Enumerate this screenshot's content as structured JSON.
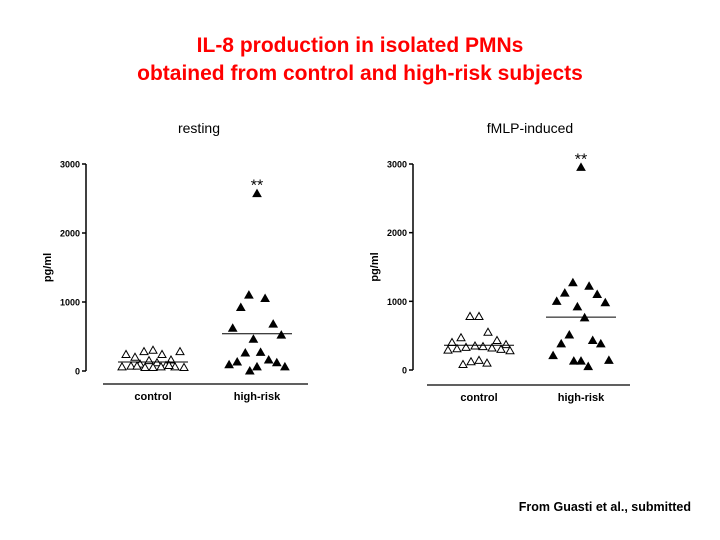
{
  "title_lines": [
    "IL-8 production in isolated PMNs",
    "obtained from control and high-risk subjects"
  ],
  "footer": "From Guasti et al., submitted",
  "colors": {
    "title": "#ff0000",
    "marks": "#000000"
  },
  "chart_data": [
    {
      "type": "scatter",
      "title": "resting",
      "ylabel": "pg/ml",
      "ylim": [
        0,
        3000
      ],
      "yticks": [
        "0",
        "1000",
        "2000",
        "3000"
      ],
      "categories": [
        "control",
        "high-risk"
      ],
      "annotation": "**",
      "series": [
        {
          "name": "control",
          "marker": "open-triangle",
          "median": 130,
          "values": [
            300,
            280,
            240,
            200,
            160,
            240,
            280,
            150,
            120,
            100,
            80,
            70,
            60,
            60,
            50,
            50,
            50,
            60,
            70,
            80
          ]
        },
        {
          "name": "high-risk",
          "marker": "filled-triangle",
          "median": 540,
          "values": [
            2570,
            1100,
            1050,
            920,
            680,
            620,
            520,
            460,
            270,
            260,
            160,
            130,
            120,
            90,
            60,
            60,
            0
          ]
        }
      ]
    },
    {
      "type": "scatter",
      "title": "fMLP-induced",
      "ylabel": "pg/ml",
      "ylim": [
        0,
        3000
      ],
      "yticks": [
        "0",
        "1000",
        "2000",
        "3000"
      ],
      "categories": [
        "control",
        "high-risk"
      ],
      "annotation": "**",
      "series": [
        {
          "name": "control",
          "marker": "open-triangle",
          "median": 360,
          "values": [
            780,
            780,
            550,
            470,
            430,
            400,
            370,
            350,
            340,
            330,
            320,
            310,
            300,
            290,
            280,
            140,
            120,
            100,
            80
          ]
        },
        {
          "name": "high-risk",
          "marker": "filled-triangle",
          "median": 770,
          "values": [
            2950,
            1270,
            1220,
            1120,
            1100,
            1000,
            980,
            920,
            760,
            510,
            430,
            380,
            380,
            210,
            140,
            130,
            130,
            50
          ]
        }
      ]
    }
  ]
}
